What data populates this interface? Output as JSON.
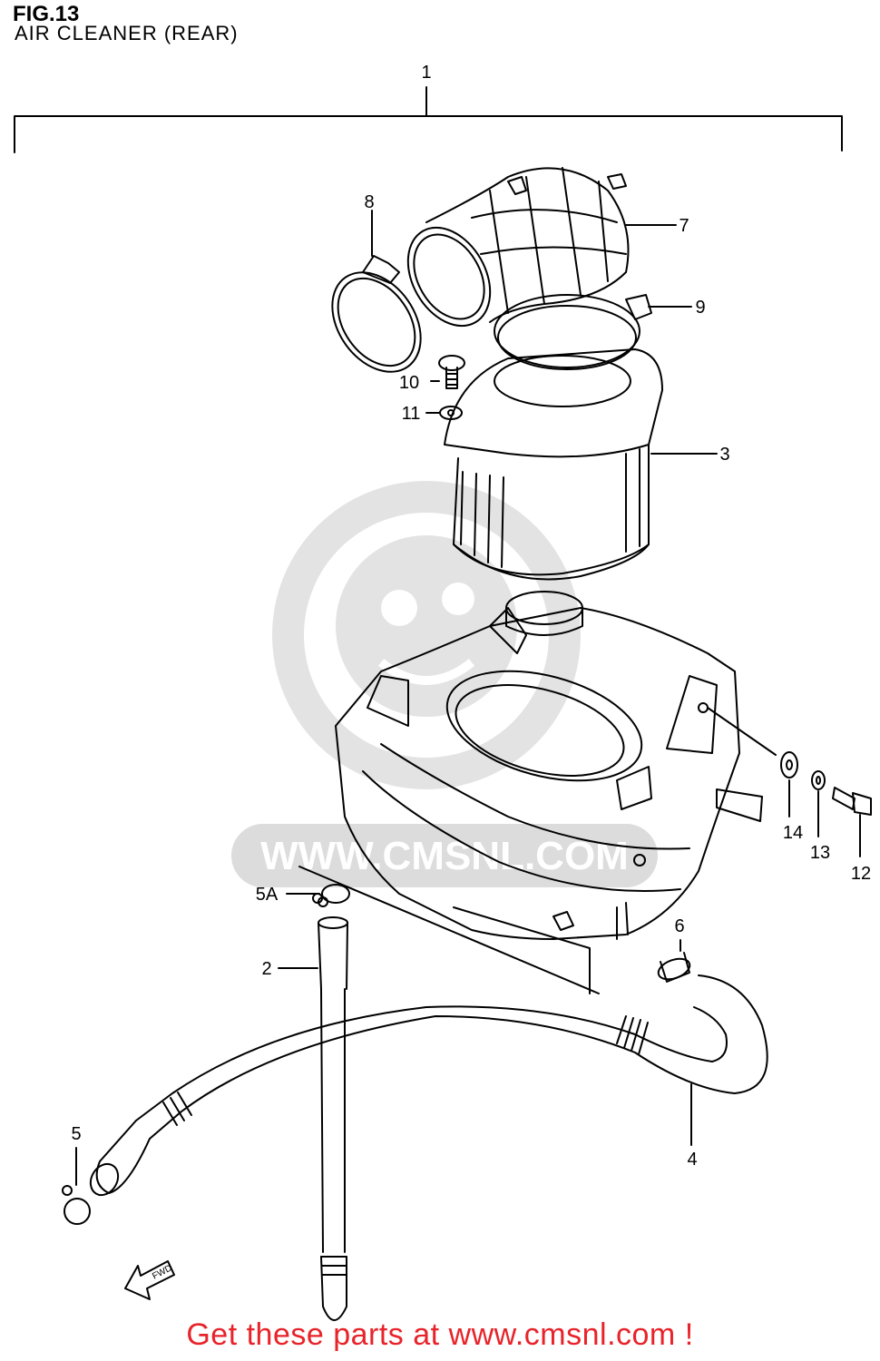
{
  "header": {
    "figure": "FIG.13",
    "title": "AIR CLEANER (REAR)"
  },
  "callouts": {
    "c1": "1",
    "c2": "2",
    "c3": "3",
    "c4": "4",
    "c5": "5",
    "c5a": "5A",
    "c6": "6",
    "c7": "7",
    "c8": "8",
    "c9": "9",
    "c10": "10",
    "c11": "11",
    "c12": "12",
    "c13": "13",
    "c14": "14"
  },
  "direction_arrow": "FWD",
  "watermark": "WWW.CMSNL.COM",
  "footer": "Get these parts at www.cmsnl.com !",
  "colors": {
    "line": "#000000",
    "watermark": "#d9d9d9",
    "footer": "#e8232a"
  }
}
